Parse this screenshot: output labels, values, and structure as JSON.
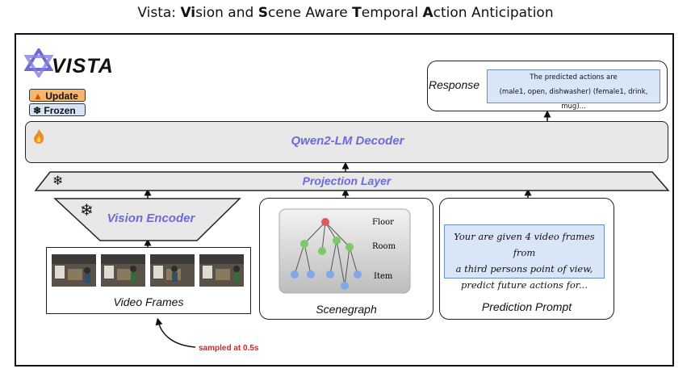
{
  "title": {
    "parts": [
      {
        "text": "Vista: ",
        "bold": false
      },
      {
        "text": "Vi",
        "bold": true
      },
      {
        "text": "sion and ",
        "bold": false
      },
      {
        "text": "S",
        "bold": true
      },
      {
        "text": "cene Aware ",
        "bold": false
      },
      {
        "text": "T",
        "bold": true
      },
      {
        "text": "emporal ",
        "bold": false
      },
      {
        "text": "A",
        "bold": true
      },
      {
        "text": "ction Anticipation",
        "bold": false
      }
    ]
  },
  "logo": {
    "text": "VISTA",
    "icon": "vista-logo-icon"
  },
  "legend": {
    "update": "Update",
    "frozen": "Frozen",
    "update_icon": "flame-icon",
    "frozen_icon": "snowflake-icon"
  },
  "decoder": {
    "label": "Qwen2-LM Decoder"
  },
  "response": {
    "label": "Response",
    "line1": "The predicted actions are",
    "line2": "(male1, open, dishwasher) (female1, drink, mug)..."
  },
  "projection": {
    "label": "Projection Layer"
  },
  "vision_encoder": {
    "label": "Vision Encoder"
  },
  "video_frames": {
    "label": "Video Frames",
    "count": 4
  },
  "scenegraph": {
    "label": "Scenegraph",
    "levels": [
      "Floor",
      "Room",
      "Item"
    ]
  },
  "prediction_prompt": {
    "label": "Prediction Prompt",
    "line1": "Your are given 4 video frames from",
    "line2": "a third persons point of view,",
    "line3": "predict future actions for..."
  },
  "annotation": {
    "sampled": "sampled at 0.5s"
  },
  "colors": {
    "accent": "#6b6bd6",
    "box_fill": "#e8e8e8",
    "text_box": "#d9e6f7",
    "annotation": "#e02020"
  }
}
